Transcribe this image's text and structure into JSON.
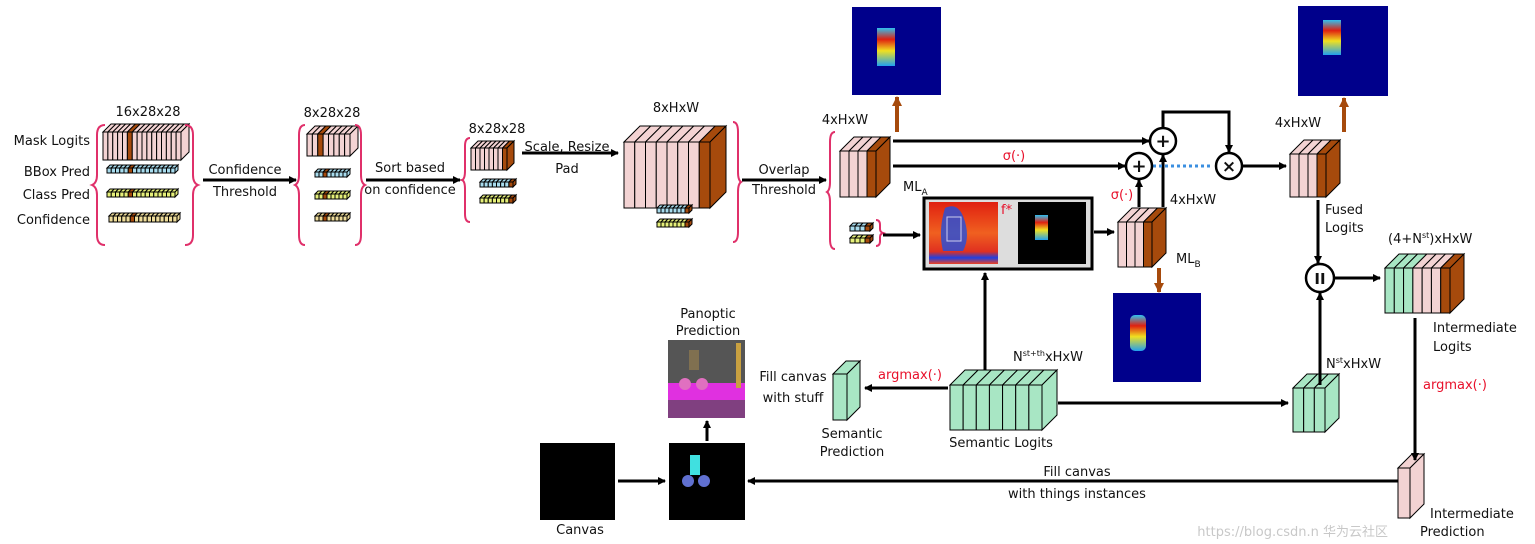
{
  "colors": {
    "pink": "#f3d3d3",
    "brown": "#a64a0c",
    "green": "#a8e6c4",
    "cyan": "#a8dcee",
    "yellow": "#e6f07a",
    "tan": "#eedc9a",
    "navy": "#00008b",
    "red": "#e8102a",
    "brace": "#e0306a",
    "dotted": "#3b8fe0"
  },
  "inputs": {
    "dims": "16x28x28",
    "mask_logits": "Mask Logits",
    "bbox_pred": "BBox Pred",
    "class_pred": "Class Pred",
    "confidence": "Confidence"
  },
  "step1": {
    "label1": "Confidence",
    "label2": "Threshold",
    "dims": "8x28x28"
  },
  "step2": {
    "label1": "Sort based",
    "label2": "on confidence",
    "dims": "8x28x28"
  },
  "step3": {
    "label1": "Scale, Resize",
    "label2": "Pad",
    "dims": "8xHxW"
  },
  "step4": {
    "label1": "Overlap",
    "label2": "Threshold",
    "dims_a": "4xHxW",
    "ml_a": "ML",
    "ml_a_sub": "A"
  },
  "attention": {
    "f_star": "f*",
    "sigma1": "σ(·)",
    "sigma2": "σ(·)",
    "dims_b": "4xHxW",
    "ml_b": "ML",
    "ml_b_sub": "B"
  },
  "ops": {
    "plus": "+",
    "times": "×",
    "concat": "II"
  },
  "fused": {
    "dims": "4xHxW",
    "label1": "Fused",
    "label2": "Logits"
  },
  "intermediate_logits": {
    "dims_pre": "(4+N",
    "dims_sup": "st",
    "dims_post": ")xHxW",
    "label1": "Intermediate",
    "label2": "Logits",
    "argmax": "argmax(·)"
  },
  "semantic": {
    "dims_pre": "N",
    "dims_sup": "st+th",
    "dims_post": "xHxW",
    "label": "Semantic Logits",
    "nst_pre": "N",
    "nst_sup": "st",
    "nst_post": "xHxW",
    "argmax": "argmax(·)",
    "pred1": "Semantic",
    "pred2": "Prediction",
    "fill1": "Fill canvas",
    "fill2": "with stuff"
  },
  "panoptic": {
    "label1": "Panoptic",
    "label2": "Prediction"
  },
  "canvas": {
    "label": "Canvas",
    "fill1": "Fill canvas",
    "fill2": "with things instances"
  },
  "intermediate_prediction": {
    "label1": "Intermediate",
    "label2": "Prediction"
  },
  "watermark": "https://blog.csdn.n  华为云社区"
}
